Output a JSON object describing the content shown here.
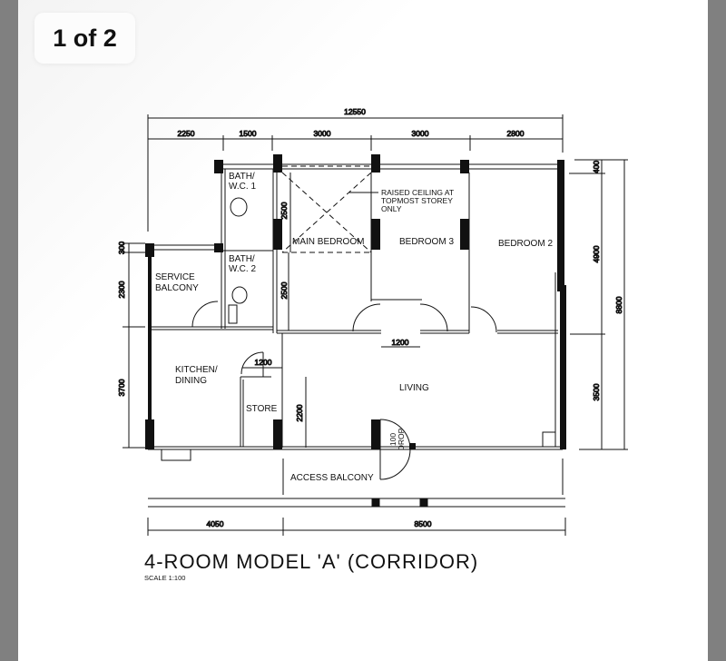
{
  "viewer": {
    "page_indicator": "1 of 2"
  },
  "plan": {
    "title": "4-ROOM MODEL 'A' (CORRIDOR)",
    "scale": "SCALE  1:100",
    "rooms": {
      "bath1_a": "BATH/",
      "bath1_b": "W.C.  1",
      "bath2_a": "BATH/",
      "bath2_b": "W.C.  2",
      "main_bedroom": "MAIN BEDROOM",
      "bedroom3": "BEDROOM 3",
      "bedroom2": "BEDROOM 2",
      "service_a": "SERVICE",
      "service_b": "BALCONY",
      "kitchen_a": "KITCHEN/",
      "kitchen_b": "DINING",
      "store": "STORE",
      "living": "LIVING",
      "access_balcony": "ACCESS BALCONY"
    },
    "note": [
      "RAISED CEILING AT",
      "TOPMOST STOREY",
      "ONLY"
    ],
    "drop_a": "100",
    "drop_b": "DROP",
    "dims_top": {
      "total": "12550",
      "d1": "2250",
      "d2": "1500",
      "d3": "3000",
      "d4": "3000",
      "d5": "2800"
    },
    "dims_bottom": {
      "d1": "4050",
      "d2": "8500"
    },
    "dims_left": {
      "d1": "300",
      "d2": "2300",
      "d3": "3700"
    },
    "dims_right": {
      "d1": "400",
      "d2": "4900",
      "d3": "3500",
      "total": "8800"
    },
    "dims_inner": {
      "mb1": "2500",
      "mb2": "2500",
      "door_bed": "1200",
      "store_door": "1200",
      "living_h": "2200"
    }
  }
}
